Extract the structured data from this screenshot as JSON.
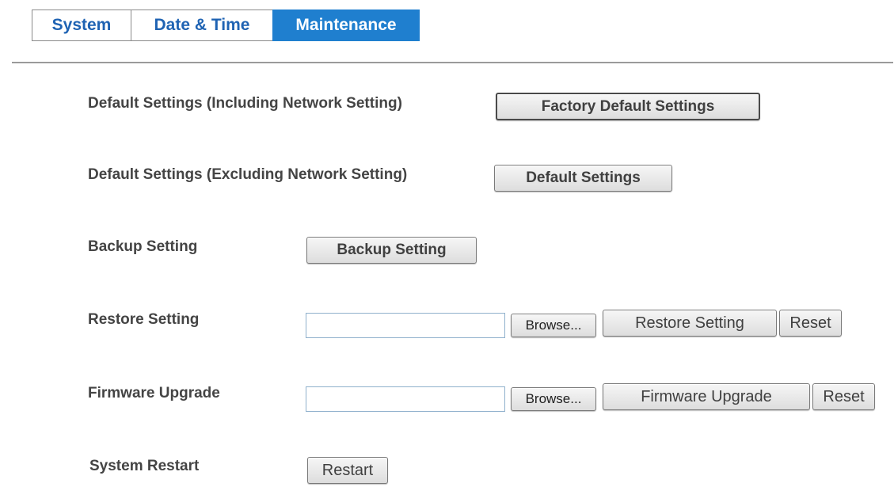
{
  "tabs": [
    {
      "label": "System",
      "active": false
    },
    {
      "label": "Date & Time",
      "active": false
    },
    {
      "label": "Maintenance",
      "active": true
    }
  ],
  "colors": {
    "tab_active_bg": "#1f7fcf",
    "tab_text": "#1f63b3"
  },
  "rows": {
    "factory_default": {
      "label": "Default Settings (Including Network Setting)",
      "button": "Factory Default Settings"
    },
    "default": {
      "label": "Default Settings (Excluding Network Setting)",
      "button": "Default Settings"
    },
    "backup": {
      "label": "Backup Setting",
      "button": "Backup Setting"
    },
    "restore": {
      "label": "Restore Setting",
      "file_value": "",
      "browse": "Browse...",
      "button": "Restore Setting",
      "reset": "Reset"
    },
    "firmware": {
      "label": "Firmware Upgrade",
      "file_value": "",
      "browse": "Browse...",
      "button": "Firmware Upgrade",
      "reset": "Reset"
    },
    "restart": {
      "label": "System Restart",
      "button": "Restart"
    }
  }
}
